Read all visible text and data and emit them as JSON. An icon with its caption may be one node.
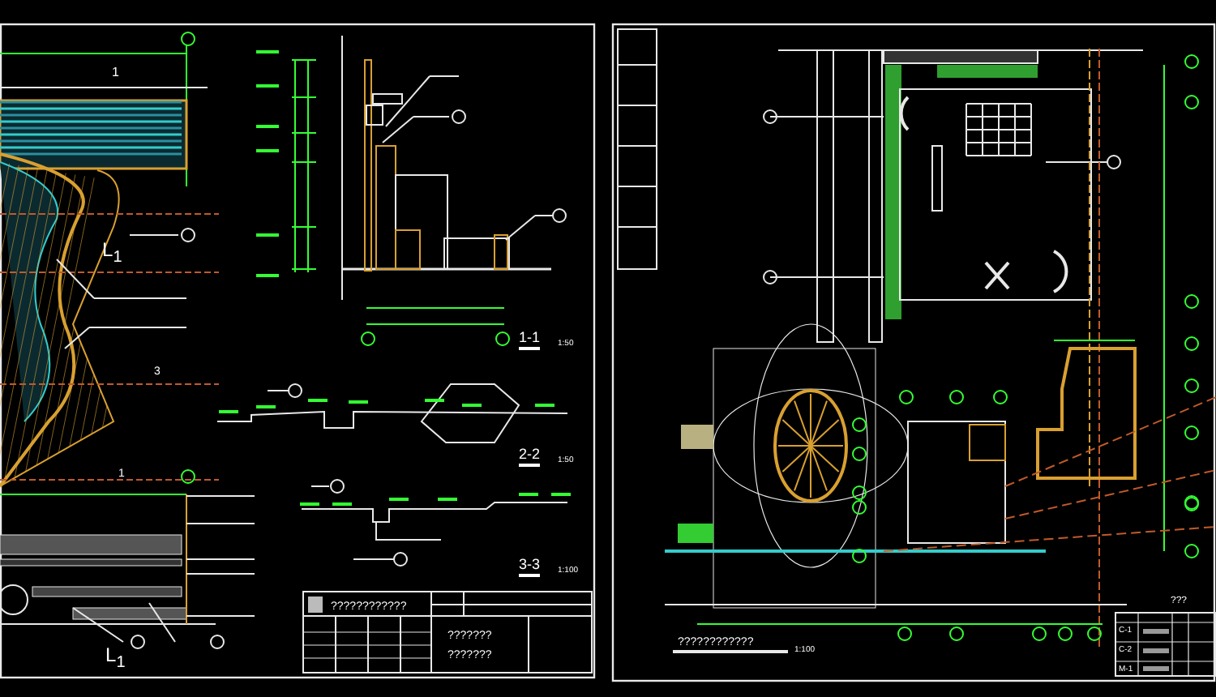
{
  "diagram": {
    "labels": [
      "1",
      "L$_{1}$",
      "1-1",
      "1:50",
      "3",
      "2-2",
      "1:50",
      "1",
      "3-3",
      "1:100",
      "L$_{1}$",
      "????????????",
      "???????",
      "???????",
      "???",
      "C-1",
      "C-2",
      "M-1",
      "????????????",
      "1:100"
    ]
  }
}
